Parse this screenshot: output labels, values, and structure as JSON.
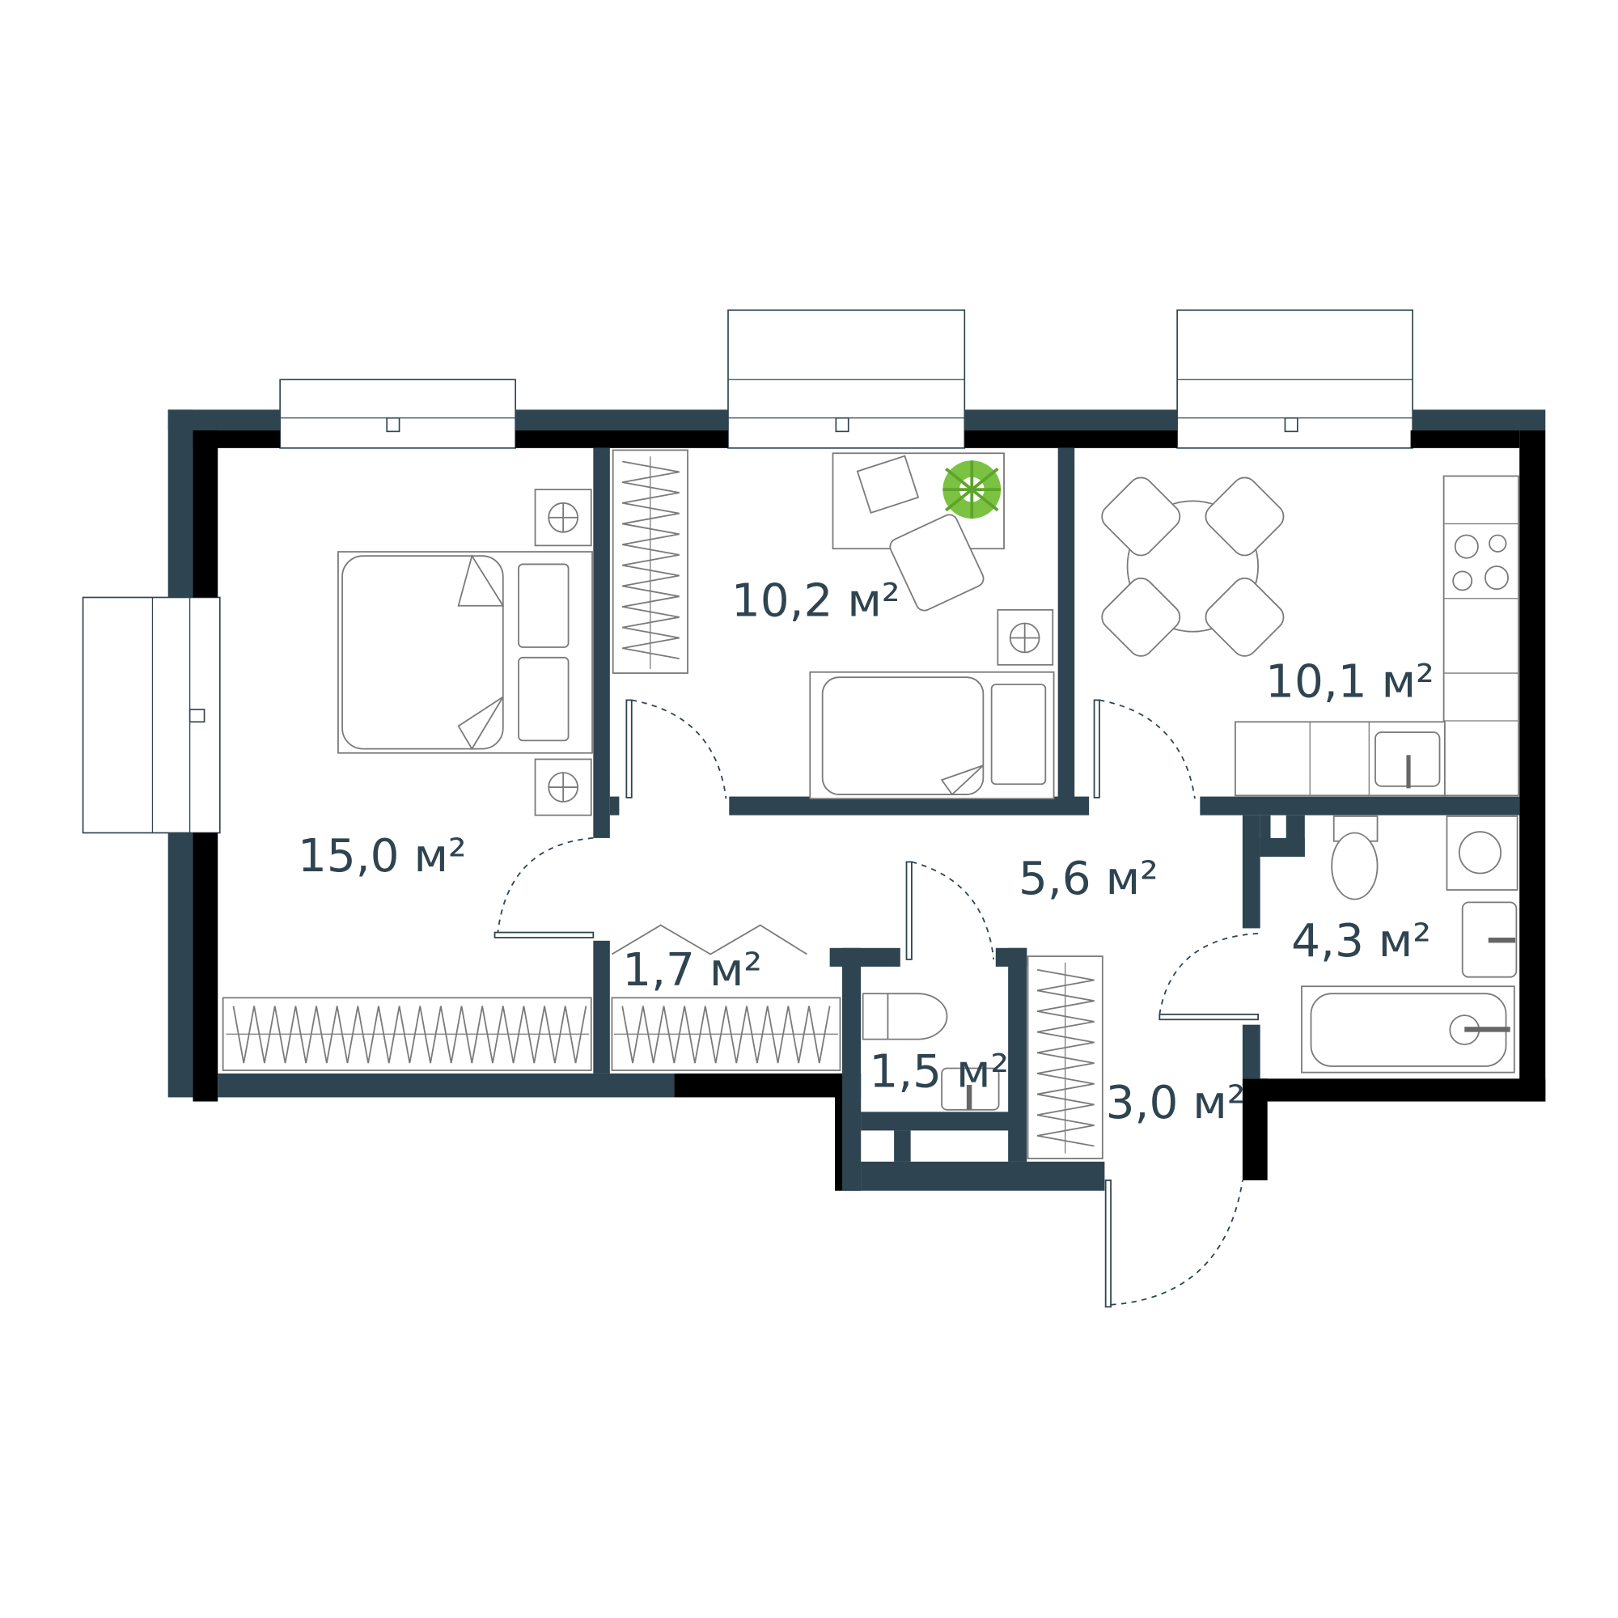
{
  "plan": {
    "rooms": [
      {
        "name": "bedroom",
        "area": "15,0 м²"
      },
      {
        "name": "second-bedroom",
        "area": "10,2 м²"
      },
      {
        "name": "kitchen",
        "area": "10,1 м²"
      },
      {
        "name": "hallway",
        "area": "5,6 м²"
      },
      {
        "name": "bathroom",
        "area": "4,3 м²"
      },
      {
        "name": "closet",
        "area": "1,7 м²"
      },
      {
        "name": "toilet",
        "area": "1,5 м²"
      },
      {
        "name": "entrance",
        "area": "3,0 м²"
      }
    ],
    "colors": {
      "wall": "#2e4450",
      "outer": "#000000",
      "plant": "#7cc242"
    }
  }
}
